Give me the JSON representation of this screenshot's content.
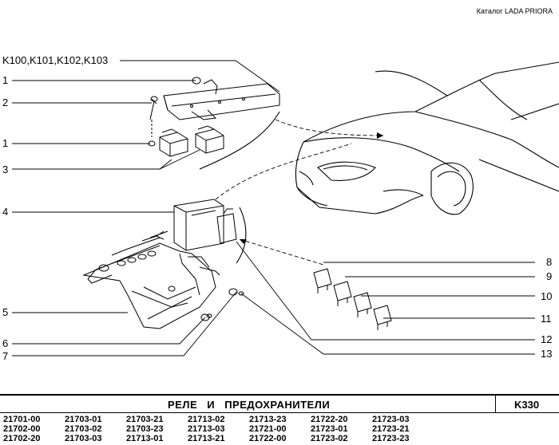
{
  "header": {
    "catalog": "Каталог LADA PRIORA"
  },
  "callouts": {
    "group": "K100,K101,K102,K103",
    "l1a": "1",
    "l2": "2",
    "l1b": "1",
    "l3": "3",
    "l4": "4",
    "l5": "5",
    "l6": "6",
    "l7": "7",
    "r8": "8",
    "r9": "9",
    "r10": "10",
    "r11": "11",
    "r12": "12",
    "r13": "13"
  },
  "title_bar": {
    "title": "РЕЛЕ И ПРЕДОХРАНИТЕЛИ",
    "code": "K330"
  },
  "models": [
    [
      "21701-00",
      "21703-01",
      "21703-21",
      "21713-02",
      "21713-23",
      "21722-20",
      "21723-03"
    ],
    [
      "21702-00",
      "21703-02",
      "21703-23",
      "21713-03",
      "21721-00",
      "21723-01",
      "21723-21"
    ],
    [
      "21702-20",
      "21703-03",
      "21713-01",
      "21713-21",
      "21722-00",
      "21723-02",
      "21723-23"
    ]
  ]
}
